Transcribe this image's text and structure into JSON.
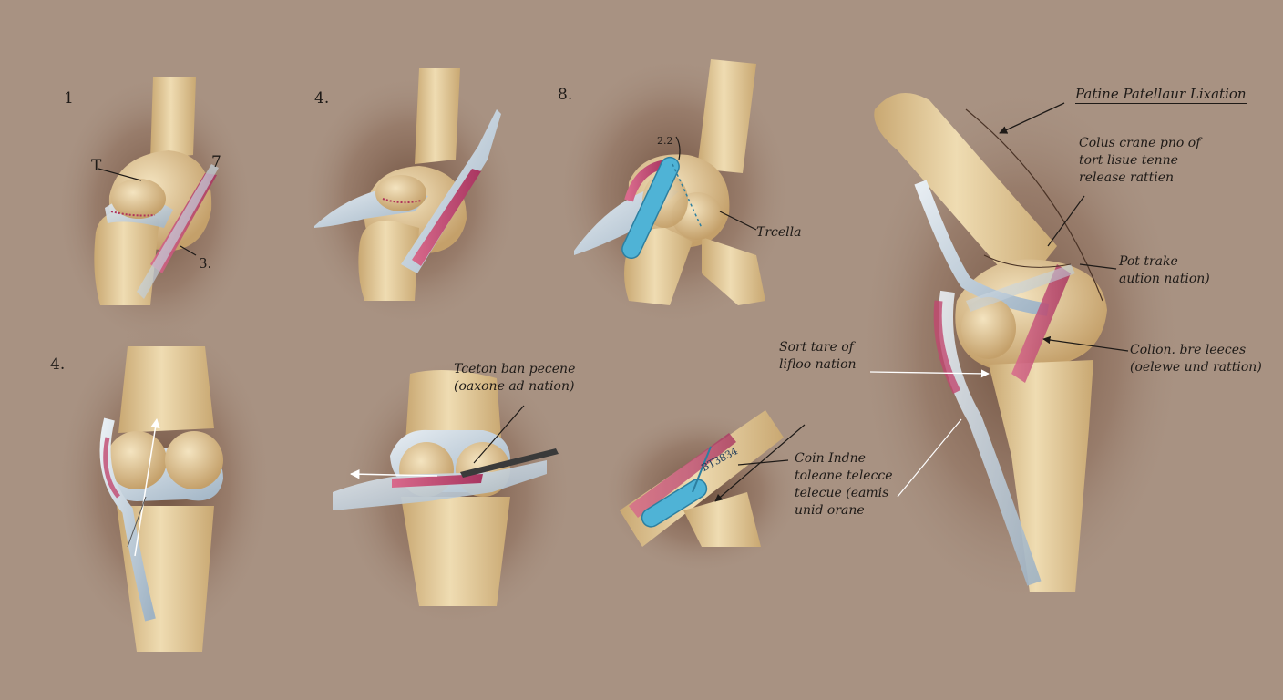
{
  "title": "Patine Patellaur Lixation",
  "panels": [
    {
      "number": "1",
      "marks": [
        "T",
        "7",
        "3."
      ]
    },
    {
      "number": "4."
    },
    {
      "number": "8.",
      "marks": [
        "2.2"
      ]
    },
    {
      "number": "4."
    }
  ],
  "labels": {
    "trcella": "Trcella",
    "tceton": [
      "Tceton ban pecene",
      "(oaxone ad nation)"
    ],
    "sort": [
      "Sort tare of",
      "lifloo nation"
    ],
    "coin": [
      "Coin Indne",
      "toleane telecce",
      "telecue (eamis",
      "unid orane"
    ],
    "colus": [
      "Colus crane pno of",
      "tort lisue tenne",
      "release rattien"
    ],
    "pot": [
      "Pot trake",
      "aution nation)"
    ],
    "colion": [
      "Colion. bre leeces",
      "(oelewe und rattion)"
    ],
    "implant_text": "BT3834"
  },
  "colors": {
    "background": "#a89282",
    "bone": "#e6cfa2",
    "bone_shade": "#c9a872",
    "ligament": "#c9d6e0",
    "inflamed": "#c0476f",
    "implant": "#4fb3d6",
    "ink": "#1e1a17"
  }
}
